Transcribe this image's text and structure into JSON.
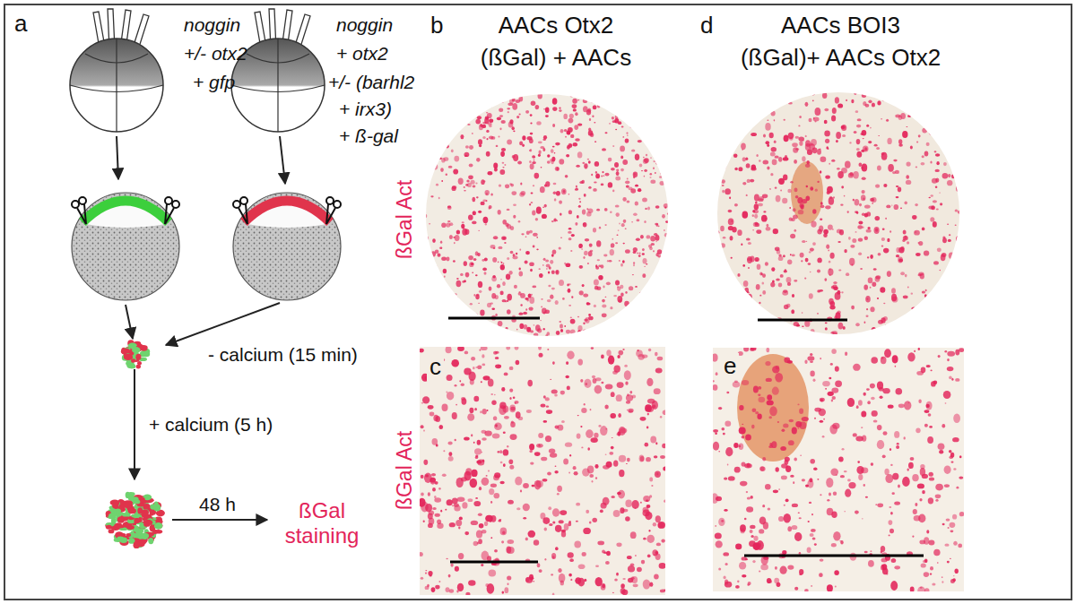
{
  "diagram": {
    "labels": [
      "a",
      "noggin",
      "+/- otx2",
      "+ gfp",
      "noggin",
      "+ otx2",
      "+/- (barhl2",
      "+ irx3)",
      "+ ß-gal",
      "- calcium (15 min)",
      "+ calcium (5 h)",
      "48 h",
      "ßGal staining",
      "b",
      "AACs Otx2",
      "(ßGal) + AACs",
      "d",
      "AACs BOI3",
      "(ßGal)+ AACs Otx2",
      "ßGal Act",
      "c",
      "ßGal Act",
      "e"
    ]
  }
}
